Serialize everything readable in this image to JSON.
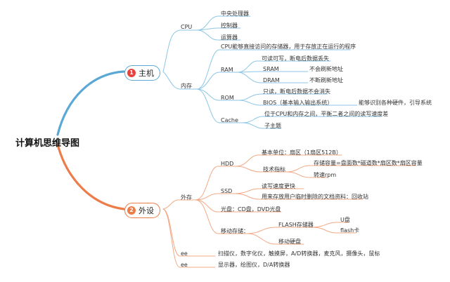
{
  "root": {
    "title": "计算机思维导图"
  },
  "host": {
    "badge": "1",
    "label": "主机",
    "cpu": {
      "label": "CPU",
      "items": [
        "中央处理器",
        "控制器",
        "运算器"
      ]
    },
    "memory": {
      "label": "内存",
      "desc": "CPU能够直接访问的存储器，用于存放正在运行的程序",
      "ram": {
        "label": "RAM",
        "desc": "可读可写，断电后数据丢失",
        "sram": "SRAM",
        "sram_desc": "不会刷新地址",
        "dram": "DRAM",
        "dram_desc": "不断刷新地址"
      },
      "rom": {
        "label": "ROM",
        "desc": "只读，断电后数据不会消失",
        "bios": "BIOS（基本输入输出系统）",
        "bios_desc": "能够识别各种硬件，引导系统"
      },
      "cache": {
        "label": "Cache",
        "desc": "位于CPU和内存之间，平衡二者之间的读写速度差",
        "sub": "子主题"
      }
    }
  },
  "peripheral": {
    "badge": "2",
    "label": "外设",
    "external_storage": {
      "label": "外存",
      "hdd": {
        "label": "HDD",
        "unit": "基本单位：扇区（1扇区512B）",
        "spec_label": "技术指标",
        "capacity": "存储容量=盘面数*磁道数*扇区数*扇区容量",
        "speed": "转速rpm"
      },
      "ssd": {
        "label": "SSD",
        "fast": "读写速度更快",
        "recycle": "用来存放用户临时删除的文档资料：回收站"
      },
      "optical": "光盘：CD盘，DVD光盘",
      "mobile": {
        "label": "移动存储：",
        "flash": "FLASH存储器",
        "u_disk": "U盘",
        "flash_card": "flash卡",
        "hdd": "移动硬盘"
      }
    },
    "input": {
      "label": "ee",
      "items": "扫描仪，数字化仪，触摸屏，A/D转换器，麦克风，摄像头，鼠标"
    },
    "output": {
      "label": "ee",
      "items": "显示器，绘图仪，D/A转换器"
    }
  },
  "colors": {
    "host": "#5aa8d6",
    "peripheral": "#ec7c4a"
  }
}
